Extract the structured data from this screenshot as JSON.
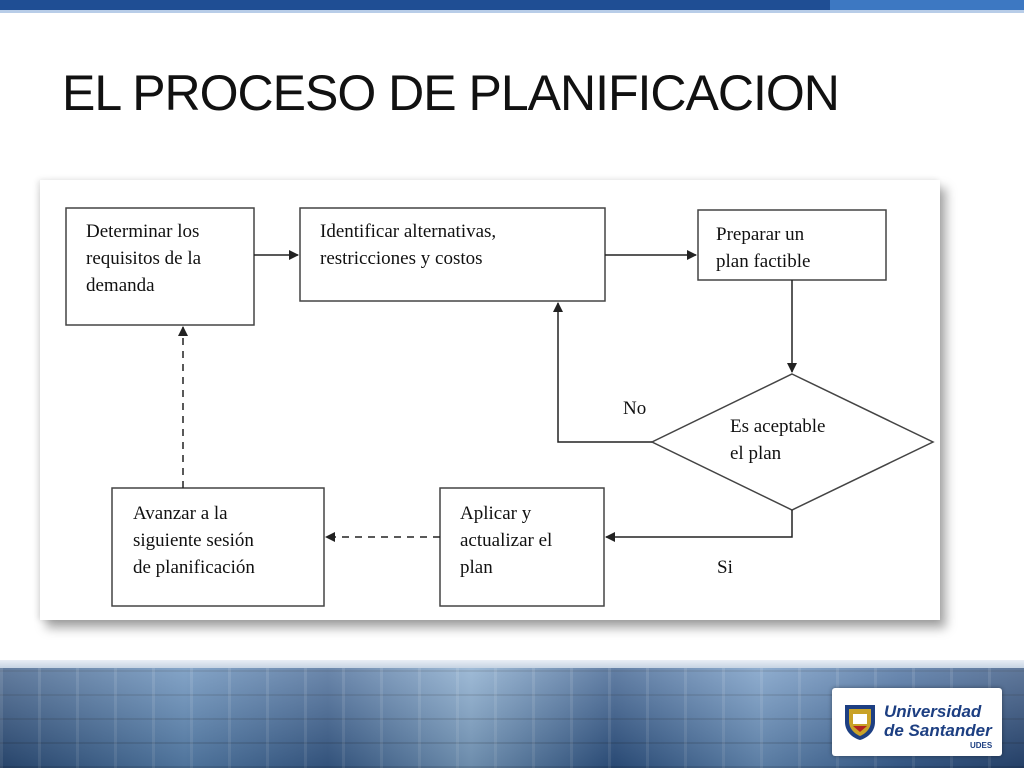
{
  "slide": {
    "title": "EL PROCESO DE PLANIFICACION"
  },
  "diagram": {
    "nodes": [
      {
        "id": "determinar",
        "shape": "rect",
        "lines": [
          "Determinar los",
          "requisitos de la",
          "demanda"
        ]
      },
      {
        "id": "identificar",
        "shape": "rect",
        "lines": [
          "Identificar alternativas,",
          "restricciones y costos"
        ]
      },
      {
        "id": "preparar",
        "shape": "rect",
        "lines": [
          "Preparar un",
          "plan factible"
        ]
      },
      {
        "id": "aceptable",
        "shape": "diamond",
        "lines": [
          "Es aceptable",
          "el plan"
        ]
      },
      {
        "id": "aplicar",
        "shape": "rect",
        "lines": [
          "Aplicar y",
          "actualizar el",
          "plan"
        ]
      },
      {
        "id": "avanzar",
        "shape": "rect",
        "lines": [
          "Avanzar a la",
          "siguiente sesión",
          "de planificación"
        ]
      }
    ],
    "edges": [
      {
        "from": "determinar",
        "to": "identificar",
        "style": "solid"
      },
      {
        "from": "identificar",
        "to": "preparar",
        "style": "solid"
      },
      {
        "from": "preparar",
        "to": "aceptable",
        "style": "solid"
      },
      {
        "from": "aceptable",
        "to": "identificar",
        "style": "solid",
        "label": "No"
      },
      {
        "from": "aceptable",
        "to": "aplicar",
        "style": "solid",
        "label": "Si"
      },
      {
        "from": "aplicar",
        "to": "avanzar",
        "style": "dashed"
      },
      {
        "from": "avanzar",
        "to": "determinar",
        "style": "dashed"
      }
    ]
  },
  "footer": {
    "logo_line1": "Universidad",
    "logo_line2": "de Santander",
    "logo_sub": "UDES",
    "accent_color": "#1d3f82"
  }
}
